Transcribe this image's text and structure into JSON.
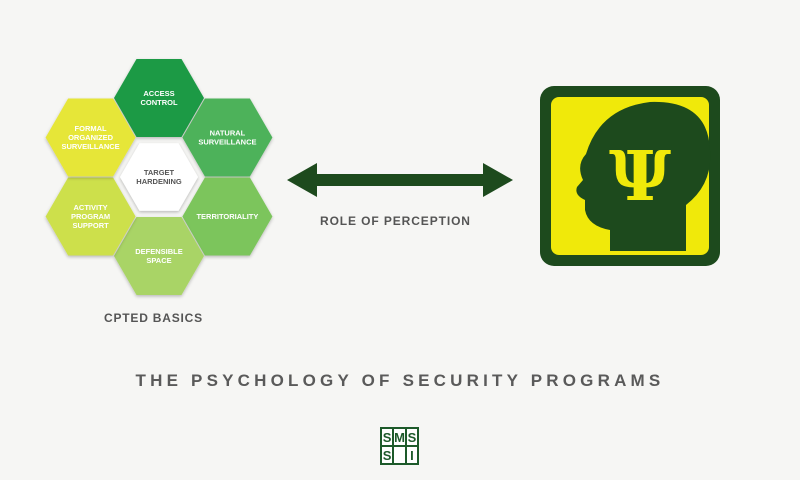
{
  "cpted": {
    "center": [
      "TARGET",
      "HARDENING"
    ],
    "hexagons": [
      {
        "lines": [
          "ACCESS",
          "CONTROL"
        ],
        "color": "#1f9a45"
      },
      {
        "lines": [
          "NATURAL",
          "SURVEILLANCE"
        ],
        "color": "#4db25a"
      },
      {
        "lines": [
          "TERRITORIALITY"
        ],
        "color": "#7cc55c"
      },
      {
        "lines": [
          "DEFENSIBLE",
          "SPACE"
        ],
        "color": "#a9d466"
      },
      {
        "lines": [
          "ACTIVITY",
          "PROGRAM",
          "SUPPORT"
        ],
        "color": "#cde04c"
      },
      {
        "lines": [
          "FORMAL",
          "ORGANIZED",
          "SURVEILLANCE"
        ],
        "color": "#e6e638"
      }
    ],
    "caption": "CPTED BASICS"
  },
  "arrow": {
    "label": "ROLE OF PERCEPTION",
    "color": "#1d4a1d"
  },
  "psychology_icon": {
    "icon": "psi-head-icon",
    "frame_color": "#1d4a1d",
    "fill_color": "#f0e90a",
    "symbol": "Ψ"
  },
  "title": "THE PSYCHOLOGY OF SECURITY PROGRAMS",
  "logo": {
    "letters": [
      "S",
      "M",
      "S",
      "S",
      "",
      "I"
    ]
  }
}
